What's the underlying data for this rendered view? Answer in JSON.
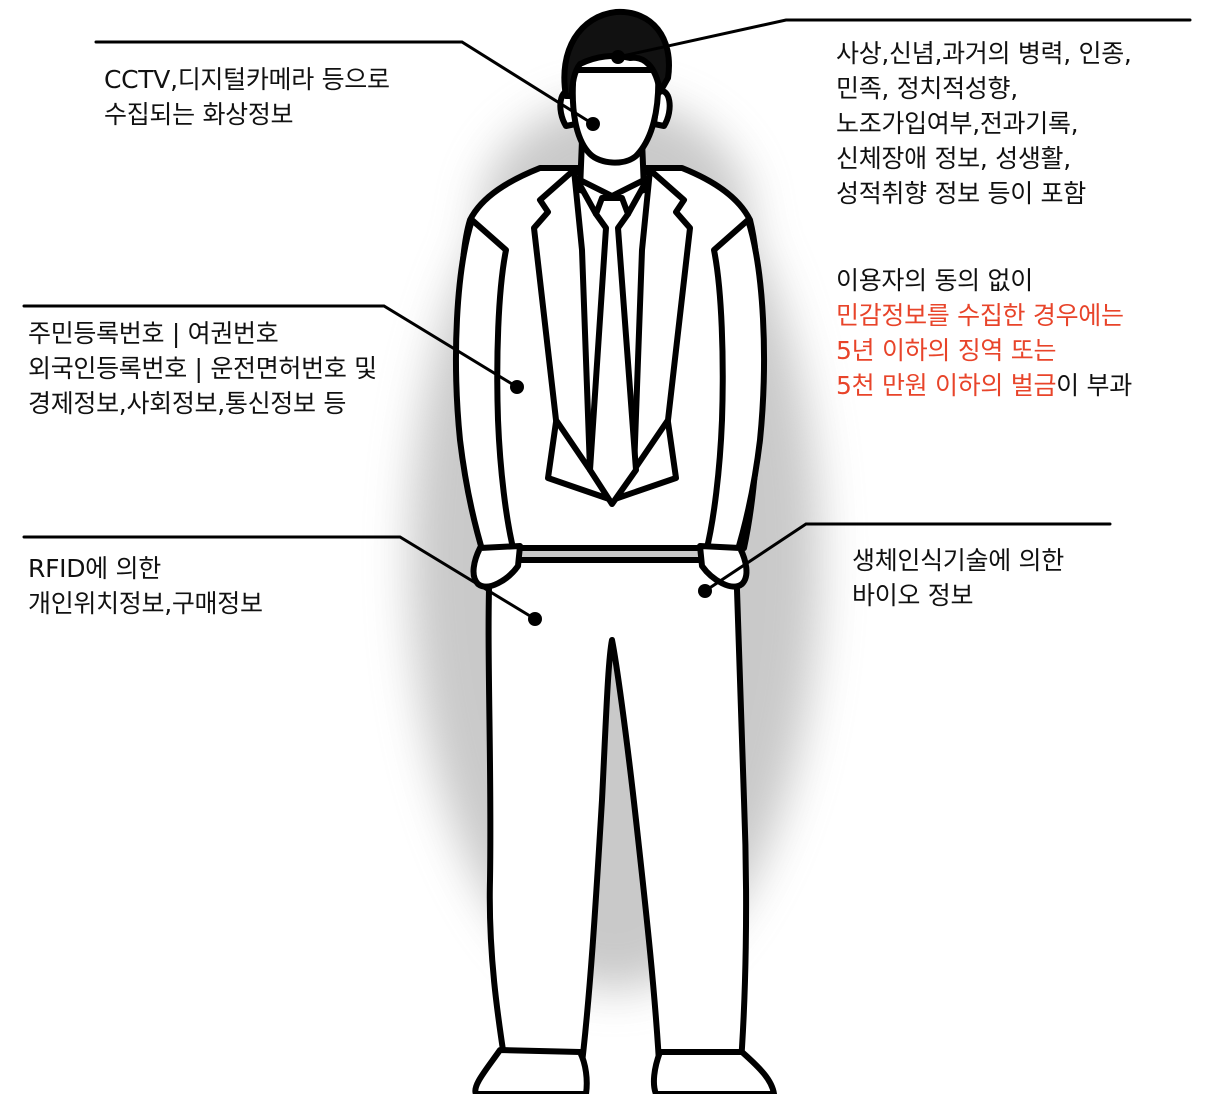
{
  "labels": {
    "cctv": {
      "lines": [
        "CCTV,디지털카메라 등으로",
        "수집되는 화상정보"
      ]
    },
    "sensitive": {
      "lines": [
        "사상,신념,과거의 병력, 인종,",
        "민족, 정치적성향,",
        "노조가입여부,전과기록,",
        "신체장애 정보, 성생활,",
        "성적취향 정보 등이 포함"
      ]
    },
    "penalty": {
      "line1": "이용자의 동의 없이",
      "line2": "민감정보를 수집한 경우에는",
      "line3": "5년 이하의 징역 또는",
      "line4_red": "5천 만원 이하의 벌금",
      "line4_rest": "이 부과"
    },
    "idnums": {
      "lines": [
        "주민등록번호 | 여권번호",
        "외국인등록번호 | 운전면허번호 및",
        "경제정보,사회정보,통신정보 등"
      ]
    },
    "rfid": {
      "lines": [
        "RFID에 의한",
        "개인위치정보,구매정보"
      ]
    },
    "bio": {
      "lines": [
        "생체인식기술에 의한",
        "바이오 정보"
      ]
    }
  },
  "colors": {
    "text": "#111111",
    "highlight": "#e8442a",
    "outline": "#000000"
  }
}
